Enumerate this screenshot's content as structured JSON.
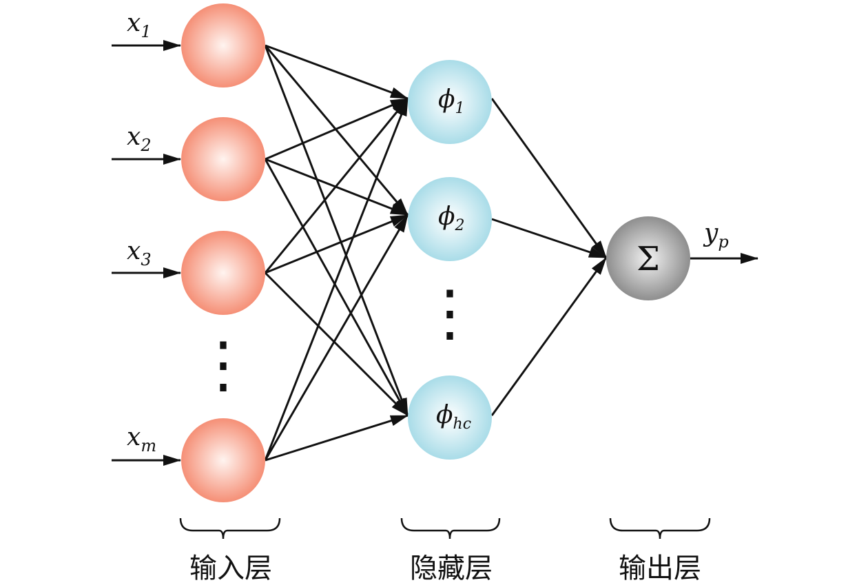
{
  "colors": {
    "input_node": "#f58f76",
    "hidden_node": "#a9dce8",
    "output_node": "#8e8e8e",
    "edge": "#111111",
    "background": "#ffffff"
  },
  "input_layer": {
    "label": "输入层",
    "nodes": [
      {
        "var": "x",
        "sub": "1"
      },
      {
        "var": "x",
        "sub": "2"
      },
      {
        "var": "x",
        "sub": "3"
      },
      {
        "var": "x",
        "sub": "m"
      }
    ],
    "ellipsis": "⋮"
  },
  "hidden_layer": {
    "label": "隐藏层",
    "nodes": [
      {
        "var": "ϕ",
        "sub": "1"
      },
      {
        "var": "ϕ",
        "sub": "2"
      },
      {
        "var": "ϕ",
        "sub": "hc"
      }
    ],
    "ellipsis": "⋮"
  },
  "output_layer": {
    "label": "输出层",
    "node_symbol": "Σ",
    "output": {
      "var": "y",
      "sub": "p"
    }
  }
}
